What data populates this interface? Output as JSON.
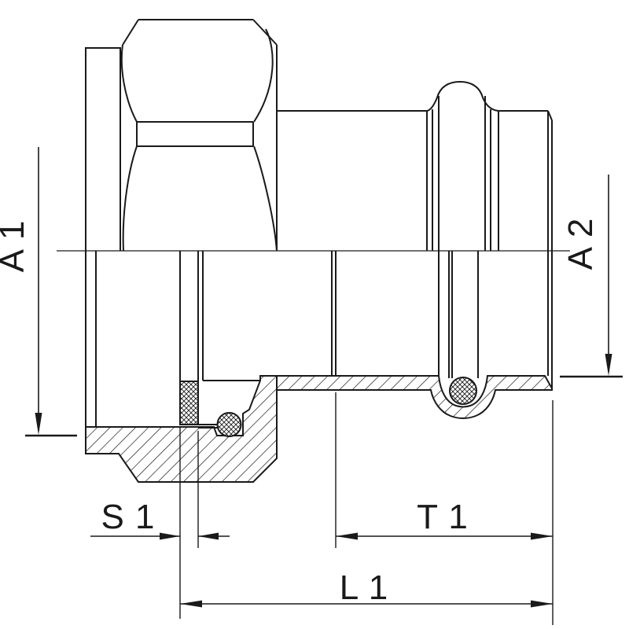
{
  "drawing": {
    "type": "technical-section-drawing",
    "subject": "press-fitting adapter with female thread, half section view",
    "dimensions": {
      "a1": "A 1",
      "a2": "A 2",
      "s1": "S 1",
      "t1": "T 1",
      "l1": "L 1"
    },
    "colors": {
      "ink": "#1a1a1a",
      "background": "#ffffff"
    }
  }
}
